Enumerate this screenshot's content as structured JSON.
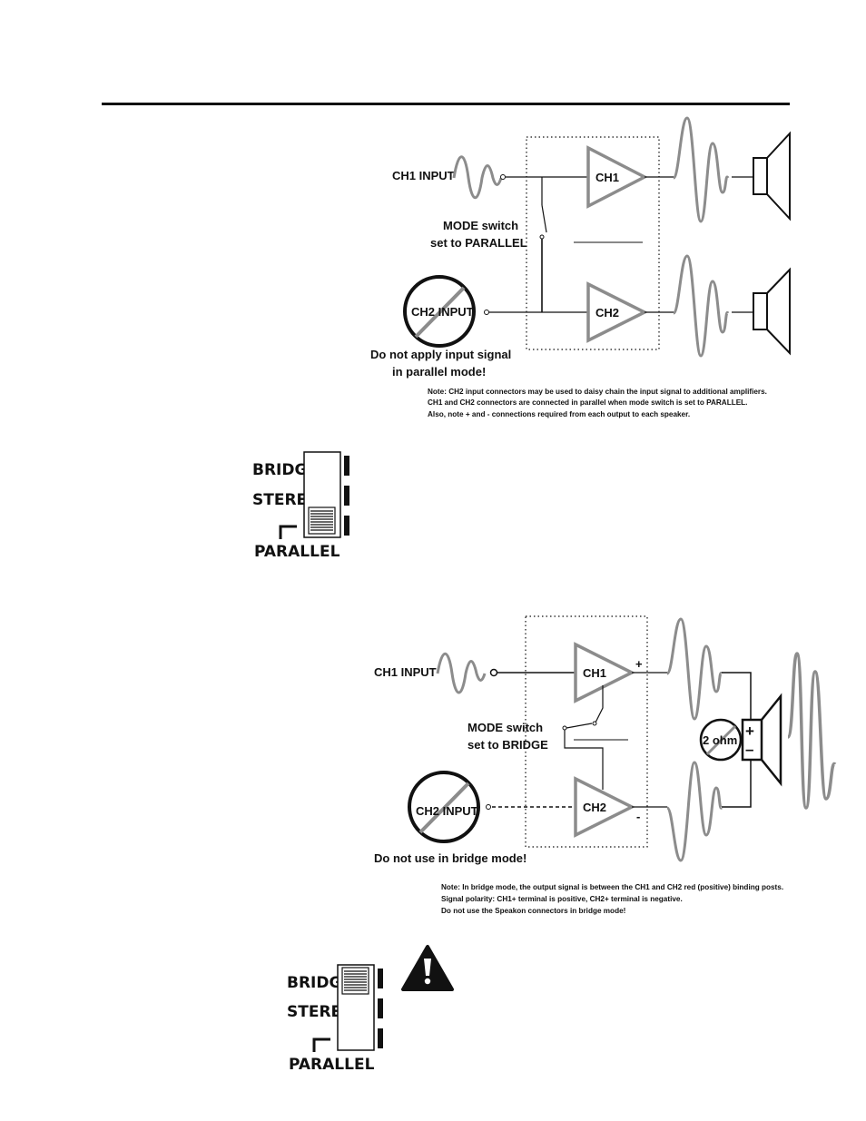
{
  "parallel_diagram": {
    "ch1_input": "CH1 INPUT",
    "ch2_input": "CH2 INPUT",
    "amp_ch1": "CH1",
    "amp_ch2": "CH2",
    "mode_line1": "MODE switch",
    "mode_line2": "set to PARALLEL",
    "warning_line1": "Do not apply input signal",
    "warning_line2": "in parallel mode!",
    "notes": [
      "Note: CH2 input connectors may be used to daisy chain the input signal to additional amplifiers.",
      "CH1 and CH2 connectors are connected in parallel when mode switch is set to PARALLEL.",
      "Also, note  + and - connections required from each output to each speaker."
    ]
  },
  "switch_parallel": {
    "bridge": "BRIDGE",
    "stereo": "STEREO",
    "parallel": "PARALLEL",
    "selected": "PARALLEL"
  },
  "bridge_diagram": {
    "ch1_input": "CH1 INPUT",
    "ch2_input": "CH2 INPUT",
    "amp_ch1": "CH1",
    "amp_ch2": "CH2",
    "plus_sign": "+",
    "minus_sign": "-",
    "mode_line1": "MODE switch",
    "mode_line2": "set to BRIDGE",
    "ohm_label": "2 ohm",
    "speaker_plus": "+",
    "speaker_minus": "–",
    "warning": "Do not use in bridge mode!",
    "notes": [
      "Note: In bridge mode, the output signal is between the CH1 and CH2 red (positive) binding posts.",
      "Signal polarity: CH1+ terminal is positive, CH2+ terminal is negative.",
      "Do not use the Speakon connectors in bridge mode!"
    ]
  },
  "switch_bridge": {
    "bridge": "BRIDGE",
    "stereo": "STEREO",
    "parallel": "PARALLEL",
    "selected": "BRIDGE"
  },
  "colors": {
    "ink": "#111111",
    "grey": "#8c8c8c"
  },
  "icons": [
    "warning-triangle-icon",
    "speaker-icon",
    "sine-wave-icon",
    "prohibited-sign-icon"
  ]
}
